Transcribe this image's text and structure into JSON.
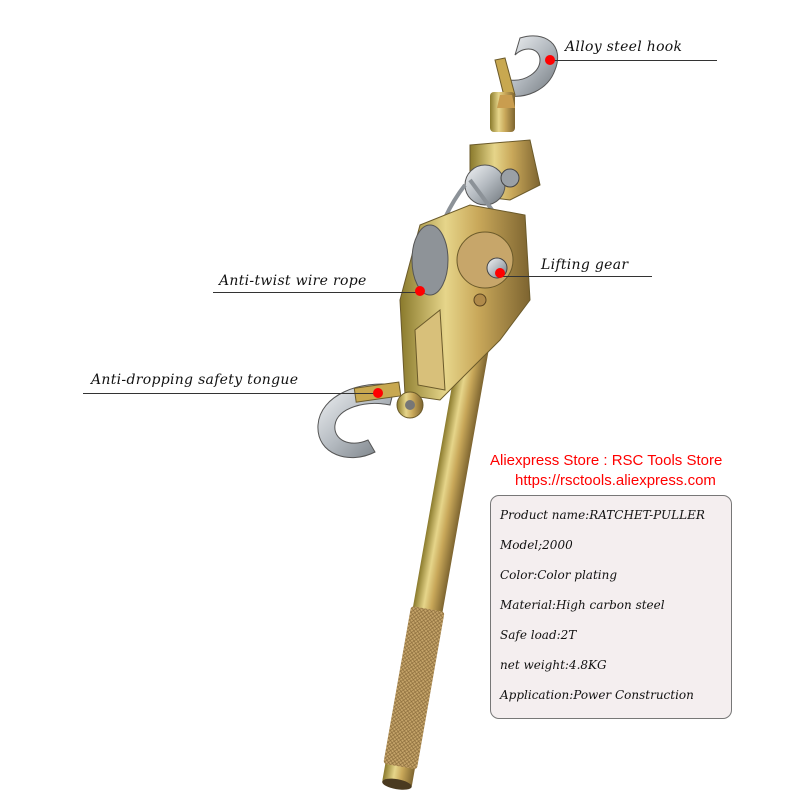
{
  "callouts": {
    "hook": "Alloy steel hook",
    "gear": "Lifting gear",
    "rope": "Anti-twist wire rope",
    "tongue": "Anti-dropping safety tongue"
  },
  "specs": [
    "Product name:RATCHET-PULLER",
    "Model;2000",
    "Color:Color plating",
    "Material:High carbon steel",
    "Safe load:2T",
    "net weight:4.8KG",
    "Application:Power Construction"
  ],
  "watermark": {
    "store": "Aliexpress Store : RSC Tools Store",
    "url": "https://rsctools.aliexpress.com"
  },
  "colors": {
    "accent_dot": "#ff0000",
    "watermark": "#ff0000"
  }
}
